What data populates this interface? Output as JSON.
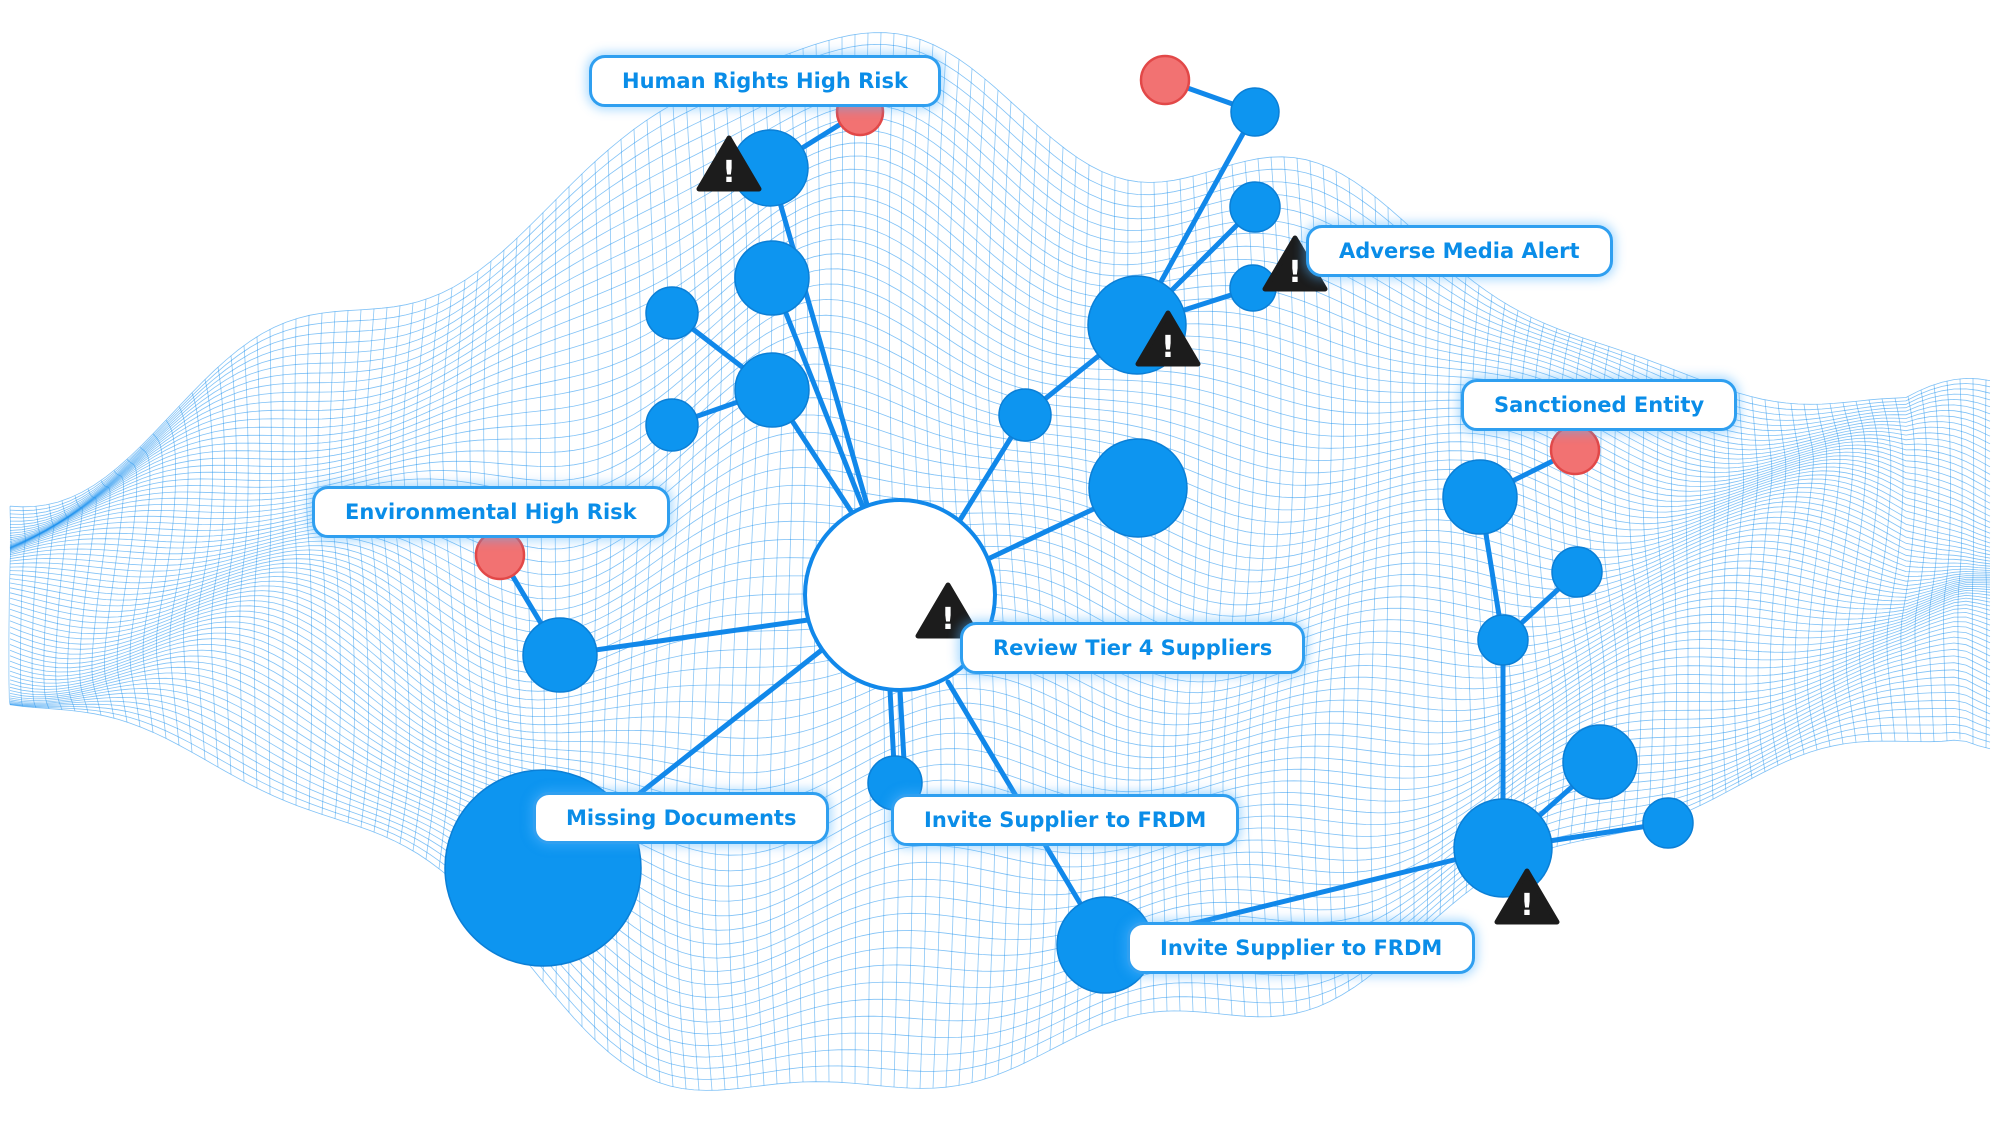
{
  "colors": {
    "mesh": "#1a90ee",
    "node": "#0d95f0",
    "edge": "#1188ea",
    "alert_node": "#f27272",
    "alert_node_stroke": "#e24848",
    "warning": "#1c1c1c",
    "label_text": "#0a8de8"
  },
  "labels": {
    "human_rights": "Human Rights High Risk",
    "adverse_media": "Adverse Media Alert",
    "sanctioned": "Sanctioned Entity",
    "environmental": "Environmental High Risk",
    "review_tier4": "Review Tier 4 Suppliers",
    "missing_docs": "Missing Documents",
    "invite_1": "Invite Supplier to FRDM",
    "invite_2": "Invite Supplier to FRDM"
  },
  "icons": {
    "warning": "warning-triangle-icon",
    "glyph": "!"
  }
}
